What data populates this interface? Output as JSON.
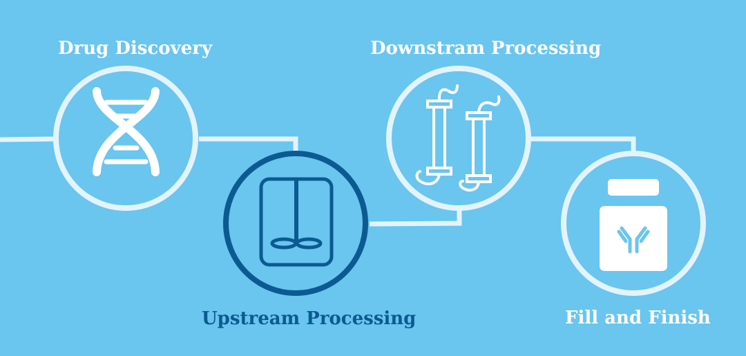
{
  "diagram": {
    "stages": [
      {
        "label": "Drug Discovery",
        "icon": "dna-helix-icon"
      },
      {
        "label": "Upstream Processing",
        "icon": "bioreactor-icon"
      },
      {
        "label": "Downstram Processing",
        "icon": "chromatography-columns-icon"
      },
      {
        "label": "Fill and Finish",
        "icon": "vial-antibody-icon"
      }
    ]
  },
  "colors": {
    "background": "#6ac5ef",
    "outline_light": "#e3f4fc",
    "outline_highlight": "#0b5a91",
    "text_light": "#ffffff",
    "text_highlight": "#0b5a91"
  }
}
